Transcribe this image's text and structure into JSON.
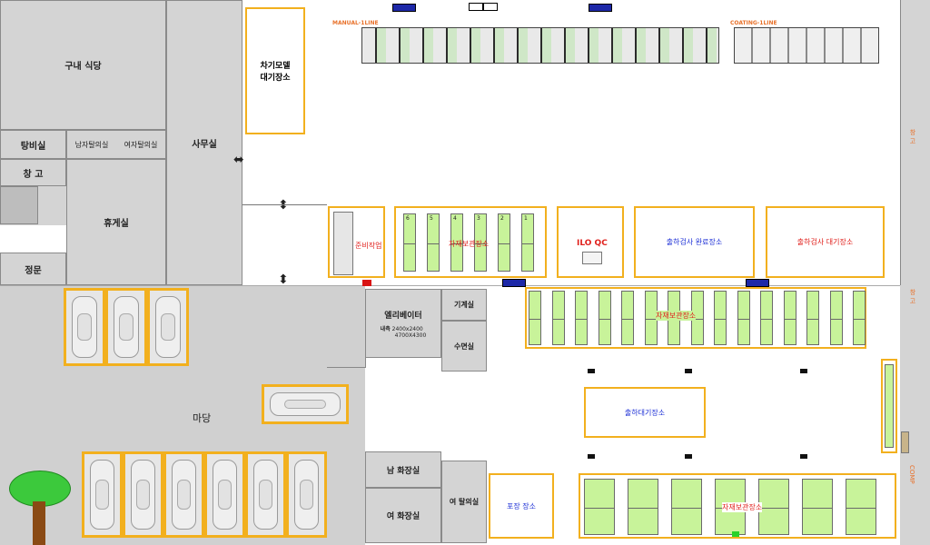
{
  "rooms": {
    "cafeteria": "구내 식당",
    "water_room": "탕비실",
    "mens_locker": "남자탈의실",
    "womens_locker": "여자탈의실",
    "office": "사무실",
    "warehouse_left": "창 고",
    "lounge": "휴게실",
    "main_gate": "정문",
    "yard": "마당",
    "elevator": "엘리베이터",
    "elevator_inner_label": "내측",
    "elevator_dim1": "2400x2400",
    "elevator_dim2": "4700X4300",
    "machine_room": "기계실",
    "nap_room": "수면실",
    "mens_restroom": "남 화장실",
    "womens_restroom": "여 화장실",
    "womens_locker2": "여 탈의실"
  },
  "zones": {
    "vehicle_model_wait": "차기모델\n대기장소",
    "prep_work": "준비작업",
    "material_storage_1": "자재보관장소",
    "ilo_qc": "ILO QC",
    "outgoing_done": "출하검사 완료장소",
    "outgoing_wait": "출하검사 대기장소",
    "material_storage_2": "자재보관장소",
    "shipping_wait": "출하대기장소",
    "packing": "포장 장소",
    "material_storage_3": "자재보관장소"
  },
  "rack_numbers": [
    "6",
    "5",
    "4",
    "3",
    "2",
    "1"
  ],
  "lines": {
    "manual": "MANUAL-1LINE",
    "coating": "COATING-1LINE"
  },
  "side_labels": {
    "warehouse_1": "창 고",
    "warehouse_2": "창 고",
    "comp": "COMP"
  },
  "colors": {
    "zone_border": "#f2b01e",
    "rack_fill": "#c8f39a",
    "red_text": "#e0201c",
    "blue_text": "#1c2fd6",
    "orange_text": "#e8712a",
    "room_fill": "#d4d4d4"
  }
}
